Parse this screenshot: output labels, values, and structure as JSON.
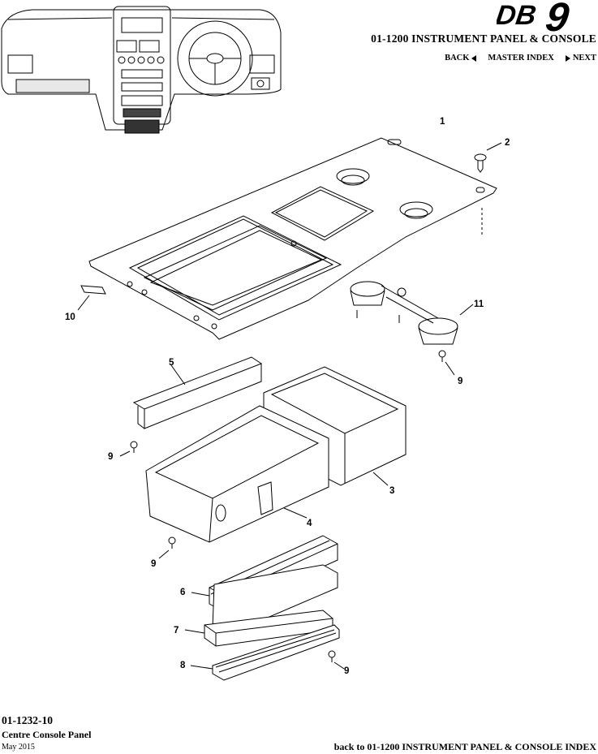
{
  "brand": {
    "logo_text": "DB9"
  },
  "header": {
    "section_title": "01-1200 INSTRUMENT PANEL & CONSOLE",
    "nav": {
      "back": "BACK",
      "master_index": "MASTER INDEX",
      "next": "NEXT"
    }
  },
  "callouts": [
    "1",
    "2",
    "3",
    "4",
    "5",
    "6",
    "7",
    "8",
    "9",
    "9",
    "9",
    "9",
    "10",
    "11"
  ],
  "footer": {
    "part_number": "01-1232-10",
    "part_name": "Centre Console Panel",
    "date": "May 2015",
    "back_link": "back to 01-1200 INSTRUMENT PANEL & CONSOLE INDEX"
  }
}
